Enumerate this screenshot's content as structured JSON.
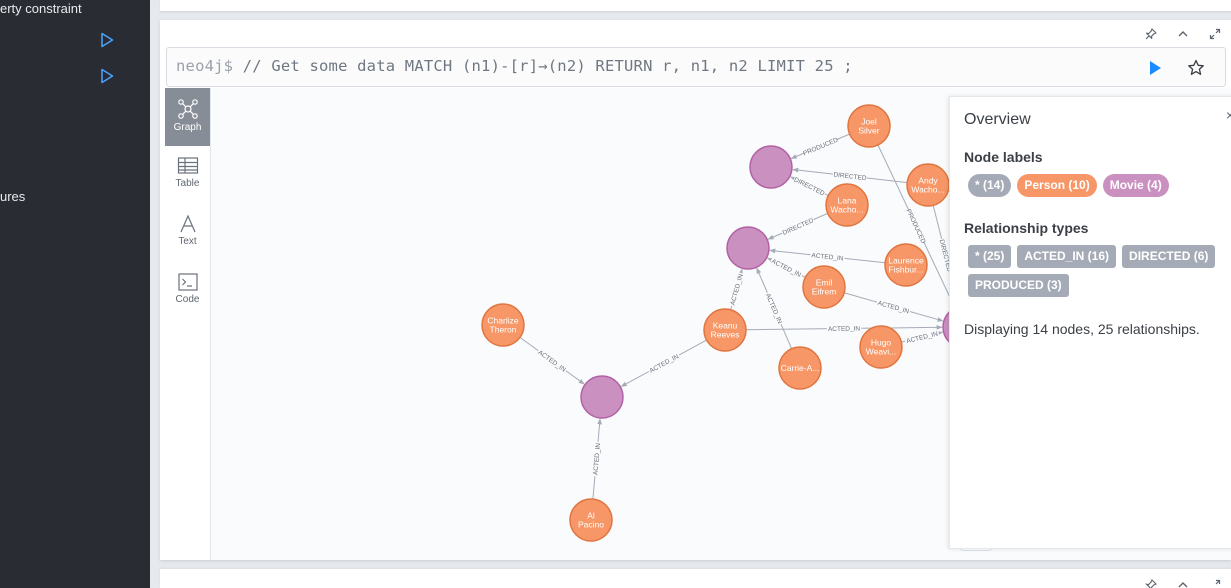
{
  "sidebar": {
    "items": [
      {
        "label": "erty constraint"
      },
      {
        "label": ""
      },
      {
        "label": ""
      },
      {
        "label": "ures"
      }
    ],
    "play_icon": "play-icon"
  },
  "editor": {
    "prompt": "neo4j$",
    "query": "// Get some data MATCH (n1)-[r]→(n2) RETURN r, n1, n2 LIMIT 25 ;"
  },
  "view_tabs": [
    {
      "label": "Graph",
      "icon": "graph-icon",
      "active": true
    },
    {
      "label": "Table",
      "icon": "table-icon",
      "active": false
    },
    {
      "label": "Text",
      "icon": "text-icon",
      "active": false
    },
    {
      "label": "Code",
      "icon": "code-icon",
      "active": false
    }
  ],
  "overview": {
    "title": "Overview",
    "node_labels_heading": "Node labels",
    "node_labels": [
      {
        "text": "* (14)",
        "kind": "gray"
      },
      {
        "text": "Person (10)",
        "kind": "person"
      },
      {
        "text": "Movie (4)",
        "kind": "movie"
      }
    ],
    "rel_types_heading": "Relationship types",
    "rel_types": [
      {
        "text": "* (25)"
      },
      {
        "text": "ACTED_IN (16)"
      },
      {
        "text": "DIRECTED (6)"
      },
      {
        "text": "PRODUCED (3)"
      }
    ],
    "summary": "Displaying 14 nodes, 25 relationships."
  },
  "colors": {
    "person": "#f79767",
    "person_border": "#e0753f",
    "movie": "#c990c0",
    "movie_border": "#b261a5",
    "run": "#1a8cff"
  },
  "graph": {
    "nodes": [
      {
        "id": "m1",
        "kind": "movie",
        "label": ""
      },
      {
        "id": "m2",
        "kind": "movie",
        "label": ""
      },
      {
        "id": "m3",
        "kind": "movie",
        "label": ""
      },
      {
        "id": "m4",
        "kind": "movie",
        "label": ""
      },
      {
        "id": "joel",
        "kind": "person",
        "label": "Joel Silver"
      },
      {
        "id": "andy",
        "kind": "person",
        "label": "Andy Wacho..."
      },
      {
        "id": "lana",
        "kind": "person",
        "label": "Lana Wacho..."
      },
      {
        "id": "laurence",
        "kind": "person",
        "label": "Laurence Fishbur..."
      },
      {
        "id": "emil",
        "kind": "person",
        "label": "Emil Eifrem"
      },
      {
        "id": "keanu",
        "kind": "person",
        "label": "Keanu Reeves"
      },
      {
        "id": "hugo",
        "kind": "person",
        "label": "Hugo Weavi..."
      },
      {
        "id": "carrie",
        "kind": "person",
        "label": "Carrie-A..."
      },
      {
        "id": "charlize",
        "kind": "person",
        "label": "Charlize Theron"
      },
      {
        "id": "alpacino",
        "kind": "person",
        "label": "Al Pacino"
      }
    ],
    "relationships": [
      {
        "from": "joel",
        "to": "m1",
        "type": "PRODUCED"
      },
      {
        "from": "andy",
        "to": "m1",
        "type": "DIRECTED"
      },
      {
        "from": "lana",
        "to": "m1",
        "type": "DIRECTED"
      },
      {
        "from": "lana",
        "to": "m2",
        "type": "DIRECTED"
      },
      {
        "from": "laurence",
        "to": "m2",
        "type": "ACTED_IN"
      },
      {
        "from": "emil",
        "to": "m2",
        "type": "ACTED_IN"
      },
      {
        "from": "keanu",
        "to": "m2",
        "type": "ACTED_IN"
      },
      {
        "from": "carrie",
        "to": "m2",
        "type": "ACTED_IN"
      },
      {
        "from": "keanu",
        "to": "m4",
        "type": "ACTED_IN"
      },
      {
        "from": "emil",
        "to": "m4",
        "type": "ACTED_IN"
      },
      {
        "from": "hugo",
        "to": "m4",
        "type": "ACTED_IN"
      },
      {
        "from": "joel",
        "to": "m4",
        "type": "PRODUCED"
      },
      {
        "from": "andy",
        "to": "m4",
        "type": "DIRECTED"
      },
      {
        "from": "charlize",
        "to": "m3",
        "type": "ACTED_IN"
      },
      {
        "from": "keanu",
        "to": "m3",
        "type": "ACTED_IN"
      },
      {
        "from": "alpacino",
        "to": "m3",
        "type": "ACTED_IN"
      }
    ]
  }
}
